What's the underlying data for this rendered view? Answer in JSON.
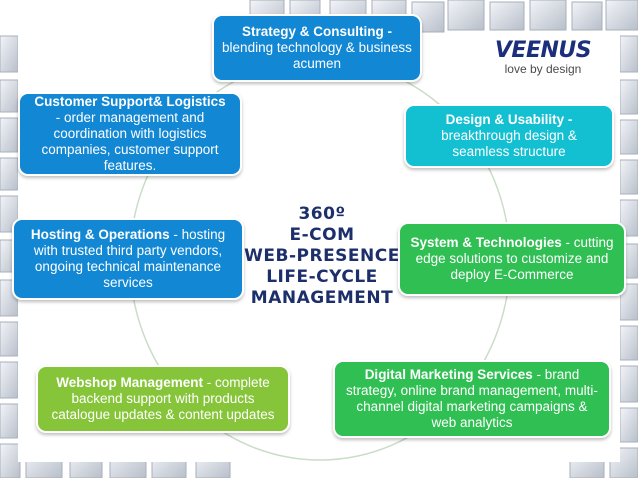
{
  "logo": {
    "brand": "VEENUS",
    "tagline": "love by design"
  },
  "center": {
    "line1": "360º",
    "line2": "E-COM",
    "line3": "WEB-PRESENCE",
    "line4": "LIFE-CYCLE",
    "line5": "MANAGEMENT"
  },
  "nodes": {
    "strategy": {
      "title": "Strategy & Consulting -",
      "desc": "blending technology & business acumen"
    },
    "design": {
      "title": "Design & Usability -",
      "desc": "breakthrough design & seamless structure"
    },
    "system": {
      "title": "System & Technologies",
      "desc": " - cutting edge solutions to customize and deploy E-Commerce"
    },
    "marketing": {
      "title": "Digital Marketing Services",
      "desc": " - brand strategy, online brand management, multi-channel digital marketing campaigns & web analytics"
    },
    "webshop": {
      "title": "Webshop Management",
      "desc": " - complete backend support with products catalogue updates & content updates"
    },
    "hosting": {
      "title": "Hosting & Operations",
      "desc": " - hosting with trusted third party vendors, ongoing technical maintenance services"
    },
    "support": {
      "title": "Customer Support& Logistics",
      "desc": "- order management and coordination with logistics companies, customer support features."
    }
  },
  "colors": {
    "blue": "#1287d4",
    "teal": "#13c0d2",
    "green": "#2fbf53",
    "lime": "#86c53a",
    "navy": "#1d2f6b"
  }
}
